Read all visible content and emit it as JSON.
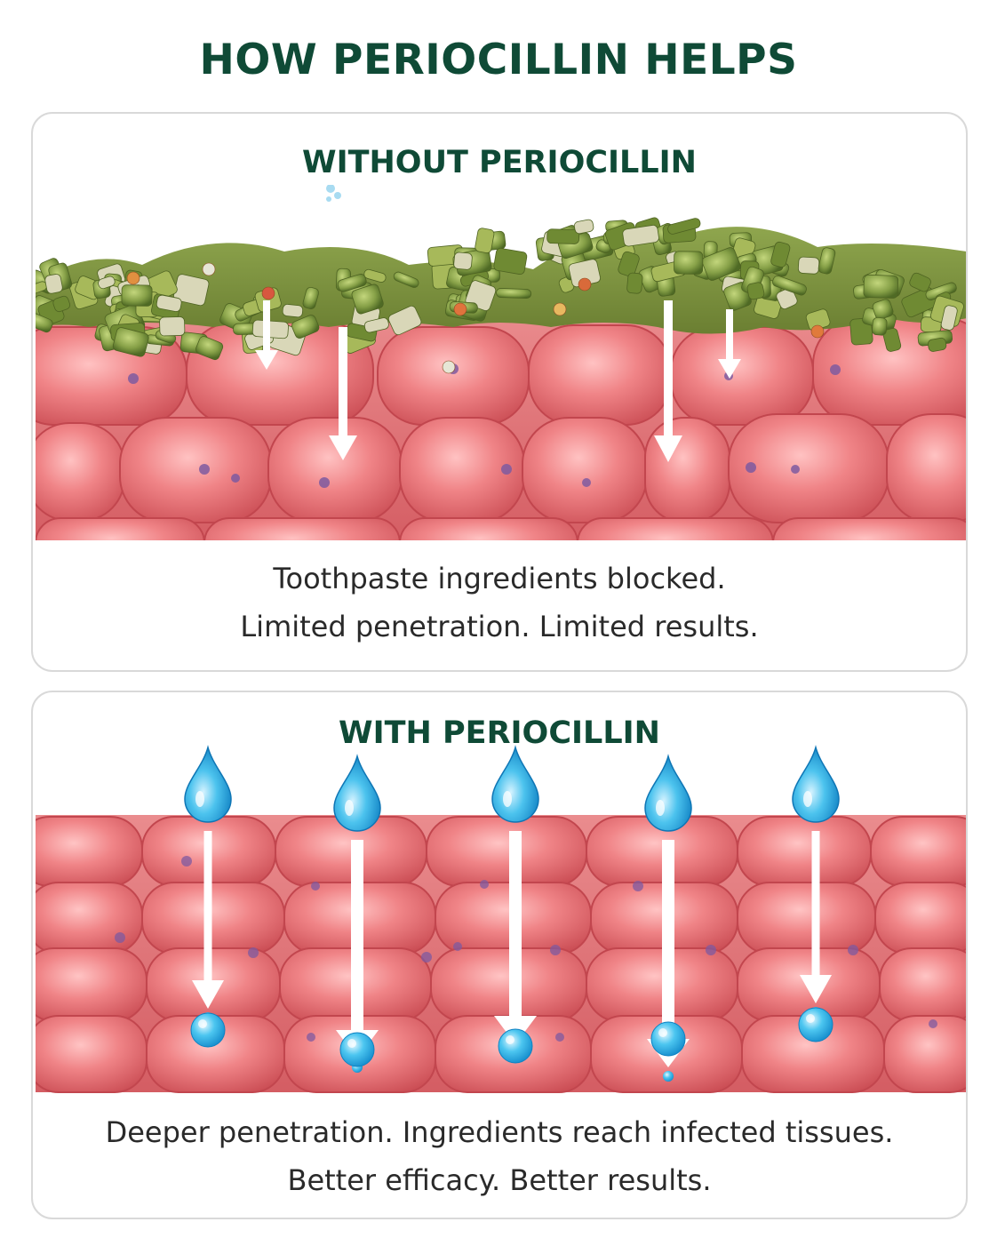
{
  "title": "HOW PERIOCILLIN HELPS",
  "panels": [
    {
      "heading": "WITHOUT PERIOCILLIN",
      "caption_lines": [
        "Toothpaste ingredients blocked.",
        "Limited penetration. Limited results."
      ]
    },
    {
      "heading": "WITH PERIOCILLIN",
      "caption_lines": [
        "Deeper penetration. Ingredients reach infected tissues.",
        "Better efficacy. Better results."
      ]
    }
  ],
  "colors": {
    "heading": "#0f4a36",
    "tissue": "#e8767a",
    "plaque": "#8aa64a",
    "droplet": "#2fb3e6",
    "caption": "#2a2a2a"
  }
}
